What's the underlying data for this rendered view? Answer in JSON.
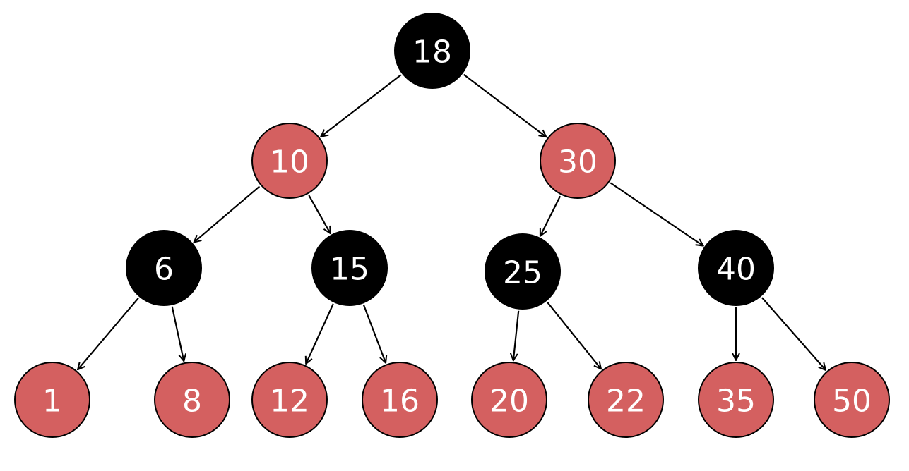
{
  "tree": {
    "colors": {
      "black_node": "#000000",
      "red_node": "#d46060",
      "node_outline": "#000000",
      "label": "#ffffff",
      "edge": "#000000"
    },
    "nodes": [
      {
        "id": "n18",
        "label": "18",
        "color": "black"
      },
      {
        "id": "n10",
        "label": "10",
        "color": "red"
      },
      {
        "id": "n30",
        "label": "30",
        "color": "red"
      },
      {
        "id": "n6",
        "label": "6",
        "color": "black"
      },
      {
        "id": "n15",
        "label": "15",
        "color": "black"
      },
      {
        "id": "n25",
        "label": "25",
        "color": "black"
      },
      {
        "id": "n40",
        "label": "40",
        "color": "black"
      },
      {
        "id": "n1",
        "label": "1",
        "color": "red"
      },
      {
        "id": "n8",
        "label": "8",
        "color": "red"
      },
      {
        "id": "n12",
        "label": "12",
        "color": "red"
      },
      {
        "id": "n16",
        "label": "16",
        "color": "red"
      },
      {
        "id": "n20",
        "label": "20",
        "color": "red"
      },
      {
        "id": "n22",
        "label": "22",
        "color": "red"
      },
      {
        "id": "n35",
        "label": "35",
        "color": "red"
      },
      {
        "id": "n50",
        "label": "50",
        "color": "red"
      }
    ],
    "edges": [
      {
        "from": "n18",
        "to": "n10"
      },
      {
        "from": "n18",
        "to": "n30"
      },
      {
        "from": "n10",
        "to": "n6"
      },
      {
        "from": "n10",
        "to": "n15"
      },
      {
        "from": "n30",
        "to": "n25"
      },
      {
        "from": "n30",
        "to": "n40"
      },
      {
        "from": "n6",
        "to": "n1"
      },
      {
        "from": "n6",
        "to": "n8"
      },
      {
        "from": "n15",
        "to": "n12"
      },
      {
        "from": "n15",
        "to": "n16"
      },
      {
        "from": "n25",
        "to": "n20"
      },
      {
        "from": "n25",
        "to": "n22"
      },
      {
        "from": "n40",
        "to": "n35"
      },
      {
        "from": "n40",
        "to": "n50"
      }
    ]
  }
}
